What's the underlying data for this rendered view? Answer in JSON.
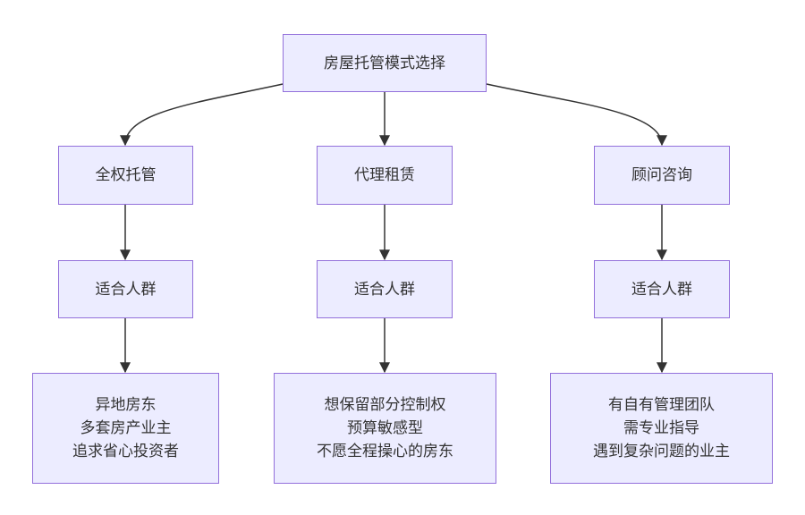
{
  "colors": {
    "node_fill": "#ececff",
    "node_border": "#9370db",
    "edge": "#333333",
    "text": "#333333",
    "background": "#ffffff"
  },
  "root": {
    "label": "房屋托管模式选择"
  },
  "branches": [
    {
      "mode": "全权托管",
      "audience_label": "适合人群",
      "audience": [
        "异地房东",
        "多套房产业主",
        "追求省心投资者"
      ]
    },
    {
      "mode": "代理租赁",
      "audience_label": "适合人群",
      "audience": [
        "想保留部分控制权",
        "预算敏感型",
        "不愿全程操心的房东"
      ]
    },
    {
      "mode": "顾问咨询",
      "audience_label": "适合人群",
      "audience": [
        "有自有管理团队",
        "需专业指导",
        "遇到复杂问题的业主"
      ]
    }
  ]
}
